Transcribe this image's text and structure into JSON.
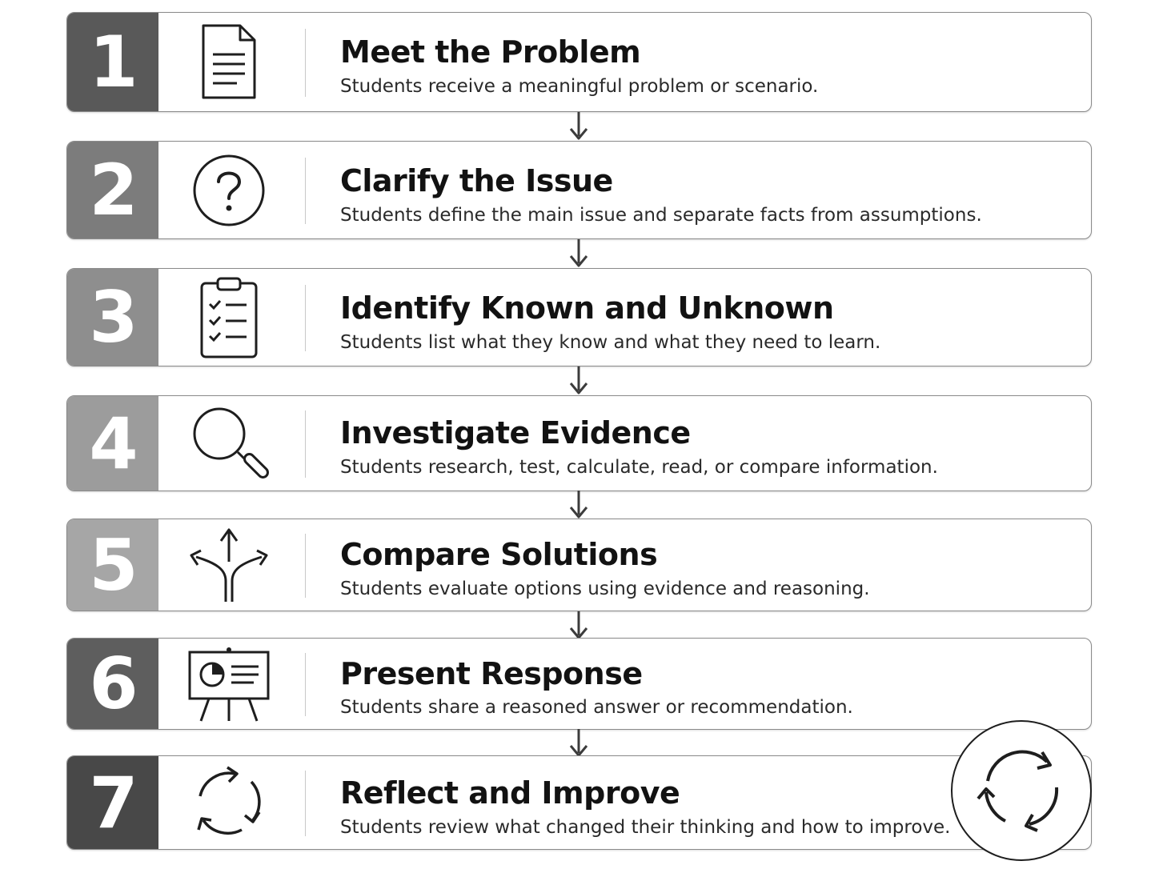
{
  "steps": [
    {
      "number": "1",
      "title": "Meet the Problem",
      "desc": "Students receive a meaningful problem or scenario.",
      "icon": "document-icon",
      "color": "#595959"
    },
    {
      "number": "2",
      "title": "Clarify the Issue",
      "desc": "Students define the main issue and separate facts from assumptions.",
      "icon": "question-icon",
      "color": "#7c7c7c"
    },
    {
      "number": "3",
      "title": "Identify Known and Unknown",
      "desc": "Students list what they know and what they need to learn.",
      "icon": "checklist-icon",
      "color": "#8e8e8e"
    },
    {
      "number": "4",
      "title": "Investigate Evidence",
      "desc": "Students research, test, calculate, read, or compare information.",
      "icon": "magnifier-icon",
      "color": "#9c9c9c"
    },
    {
      "number": "5",
      "title": "Compare Solutions",
      "desc": "Students evaluate options using evidence and reasoning.",
      "icon": "branching-arrows-icon",
      "color": "#a6a6a6"
    },
    {
      "number": "6",
      "title": "Present Response",
      "desc": "Students share a reasoned answer or recommendation.",
      "icon": "presentation-board-icon",
      "color": "#5e5e5e"
    },
    {
      "number": "7",
      "title": "Reflect and Improve",
      "desc": "Students review what changed their thinking and how to improve.",
      "icon": "cycle-arrows-icon",
      "color": "#484848"
    }
  ],
  "decoration": {
    "icon": "cycle-arrows-icon"
  }
}
